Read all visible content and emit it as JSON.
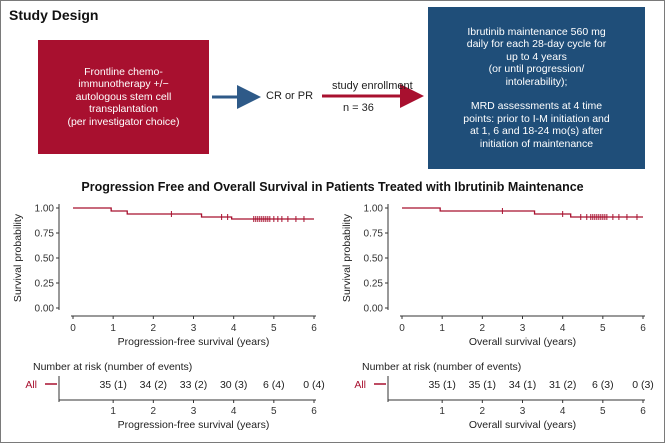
{
  "header": {
    "title": "Study Design"
  },
  "design": {
    "frontline_lines": [
      "Frontline chemo-",
      "immunotherapy +/−",
      "autologous stem cell",
      "transplantation",
      "(per investigator choice)"
    ],
    "response_label": "CR or PR",
    "enrollment_label": "study enrollment",
    "n_label": "n = 36",
    "maintenance_lines": [
      "Ibrutinib maintenance 560 mg",
      "daily for each 28-day cycle for",
      "up to 4 years",
      "(or until progression/",
      "intolerability);"
    ],
    "mrd_lines": [
      "MRD assessments at 4 time",
      "points: prior to I-M initiation and",
      "at 1, 6 and 18-24 mo(s) after",
      "initiation of maintenance"
    ],
    "colors": {
      "frontline_box": "#a8102f",
      "maintenance_box": "#1f4e79",
      "arrow": "#2e5a88",
      "curve": "#a8102f"
    }
  },
  "survival_title": "Progression Free and Overall Survival in Patients Treated with Ibrutinib Maintenance",
  "chart_data": [
    {
      "type": "line",
      "title": "",
      "xlabel": "Progression-free survival (years)",
      "ylabel": "Survival probability",
      "xlim": [
        0,
        6
      ],
      "ylim": [
        0,
        1
      ],
      "xticks": [
        0,
        1,
        2,
        3,
        4,
        5,
        6
      ],
      "yticks": [
        0.0,
        0.25,
        0.5,
        0.75,
        1.0
      ],
      "ytick_labels": [
        "0.00",
        "0.25",
        "0.50",
        "0.75",
        "1.00"
      ],
      "step_x": [
        0,
        0.95,
        1.35,
        3.2,
        3.95,
        4.35,
        6.0
      ],
      "step_y": [
        1.0,
        0.97,
        0.94,
        0.91,
        0.89,
        0.89,
        0.89
      ],
      "censor_x": [
        2.45,
        3.7,
        3.85,
        4.5,
        4.55,
        4.6,
        4.65,
        4.7,
        4.75,
        4.8,
        4.85,
        4.9,
        5.0,
        5.1,
        5.2,
        5.35,
        5.55,
        5.75
      ],
      "risk_title": "Number at risk (number of events)",
      "risk_group": "All",
      "risk_at": [
        1,
        2,
        3,
        4,
        5,
        6
      ],
      "risk_labels": [
        "35 (1)",
        "34 (2)",
        "33 (2)",
        "30 (3)",
        "6 (4)",
        "0 (4)"
      ],
      "risk_xticks": [
        1,
        2,
        3,
        4,
        5,
        6
      ],
      "risk_xlabel": "Progression-free survival (years)"
    },
    {
      "type": "line",
      "title": "",
      "xlabel": "Overall survival (years)",
      "ylabel": "Survival probability",
      "xlim": [
        0,
        6
      ],
      "ylim": [
        0,
        1
      ],
      "xticks": [
        0,
        1,
        2,
        3,
        4,
        5,
        6
      ],
      "yticks": [
        0.0,
        0.25,
        0.5,
        0.75,
        1.0
      ],
      "ytick_labels": [
        "0.00",
        "0.25",
        "0.50",
        "0.75",
        "1.00"
      ],
      "step_x": [
        0,
        0.95,
        3.3,
        4.2,
        6.0
      ],
      "step_y": [
        1.0,
        0.97,
        0.94,
        0.91,
        0.91
      ],
      "censor_x": [
        2.5,
        4.0,
        4.45,
        4.6,
        4.7,
        4.75,
        4.8,
        4.85,
        4.9,
        4.95,
        5.0,
        5.05,
        5.1,
        5.25,
        5.4,
        5.6,
        5.85
      ],
      "risk_title": "Number at risk (number of events)",
      "risk_group": "All",
      "risk_at": [
        1,
        2,
        3,
        4,
        5,
        6
      ],
      "risk_labels": [
        "35 (1)",
        "35 (1)",
        "34 (1)",
        "31 (2)",
        "6 (3)",
        "0 (3)"
      ],
      "risk_xticks": [
        1,
        2,
        3,
        4,
        5,
        6
      ],
      "risk_xlabel": "Overall survival (years)"
    }
  ]
}
